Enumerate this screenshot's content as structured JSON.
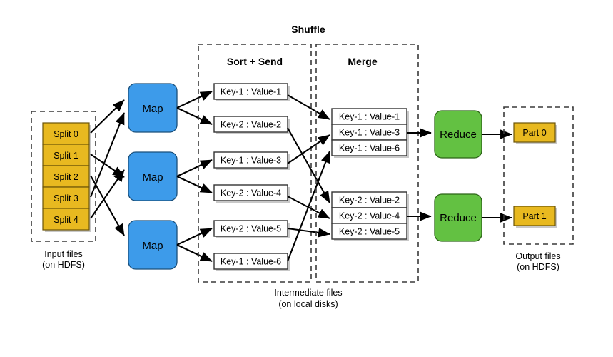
{
  "diagram": {
    "title": "Shuffle",
    "shuffle_label": "Shuffle",
    "sort_send_label": "Sort + Send",
    "merge_label": "Merge"
  },
  "input": {
    "caption_line1": "Input files",
    "caption_line2": "(on HDFS)",
    "splits": [
      {
        "label": "Split 0"
      },
      {
        "label": "Split 1"
      },
      {
        "label": "Split 2"
      },
      {
        "label": "Split 3"
      },
      {
        "label": "Split 4"
      }
    ]
  },
  "mappers": [
    {
      "label": "Map"
    },
    {
      "label": "Map"
    },
    {
      "label": "Map"
    }
  ],
  "sort_send": {
    "label": "Sort + Send",
    "records": [
      {
        "label": "Key-1 : Value-1"
      },
      {
        "label": "Key-2 : Value-2"
      },
      {
        "label": "Key-1 : Value-3"
      },
      {
        "label": "Key-2 : Value-4"
      },
      {
        "label": "Key-2 : Value-5"
      },
      {
        "label": "Key-1 : Value-6"
      }
    ]
  },
  "merge": {
    "label": "Merge",
    "groups": [
      {
        "records": [
          {
            "label": "Key-1 : Value-1"
          },
          {
            "label": "Key-1 : Value-3"
          },
          {
            "label": "Key-1 : Value-6"
          }
        ]
      },
      {
        "records": [
          {
            "label": "Key-2 : Value-2"
          },
          {
            "label": "Key-2 : Value-4"
          },
          {
            "label": "Key-2 : Value-5"
          }
        ]
      }
    ]
  },
  "intermediate": {
    "caption_line1": "Intermediate files",
    "caption_line2": "(on local disks)"
  },
  "reducers": [
    {
      "label": "Reduce"
    },
    {
      "label": "Reduce"
    }
  ],
  "output": {
    "caption_line1": "Output files",
    "caption_line2": "(on HDFS)",
    "parts": [
      {
        "label": "Part 0"
      },
      {
        "label": "Part 1"
      }
    ]
  },
  "colors": {
    "split_fill": "#e8b920",
    "map_fill": "#3d9bea",
    "reduce_fill": "#63c142",
    "part_fill": "#e8b920",
    "record_fill": "#ffffff",
    "stroke": "#000000",
    "dashed_stroke": "#3a3a3a",
    "background": "#ffffff"
  }
}
